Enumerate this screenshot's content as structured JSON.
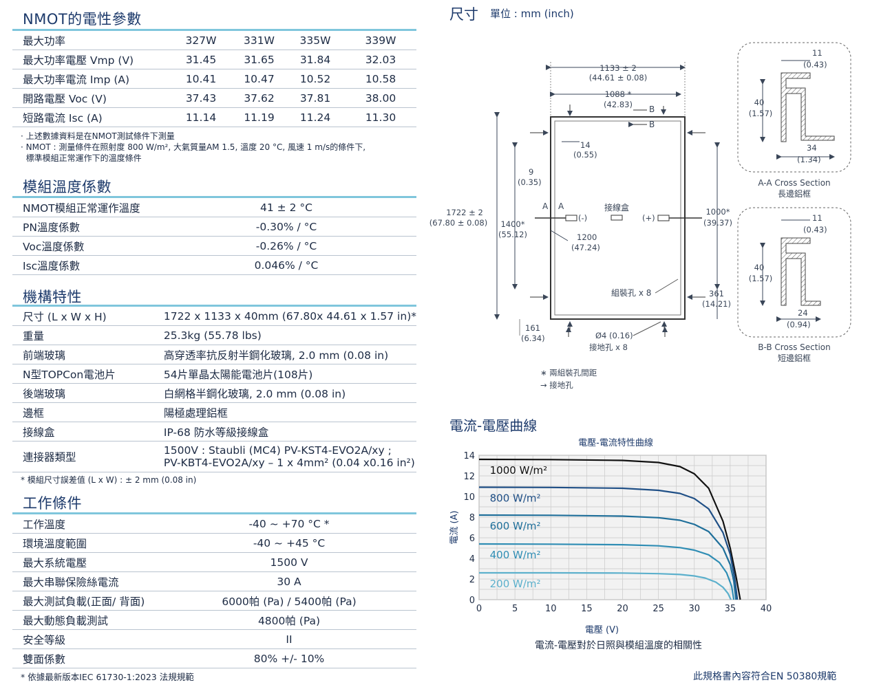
{
  "nmot": {
    "title": "NMOT的電性參數",
    "rows": [
      {
        "label": "最大功率",
        "values": [
          "327W",
          "331W",
          "335W",
          "339W"
        ]
      },
      {
        "label": "最大功率電壓 Vmp (V)",
        "values": [
          "31.45",
          "31.65",
          "31.84",
          "32.03"
        ]
      },
      {
        "label": "最大功率電流 Imp (A)",
        "values": [
          "10.41",
          "10.47",
          "10.52",
          "10.58"
        ]
      },
      {
        "label": "開路電壓 Voc (V)",
        "values": [
          "37.43",
          "37.62",
          "37.81",
          "38.00"
        ]
      },
      {
        "label": "短路電流 Isc (A)",
        "values": [
          "11.14",
          "11.19",
          "11.24",
          "11.30"
        ]
      }
    ],
    "notes": [
      "· 上述數據資料是在NMOT測試條件下測量",
      "· NMOT : 測量條件在照射度 800 W/m², 大氣質量AM 1.5, 溫度 20 °C, 風速 1 m/s的條件下,",
      "  標準模組正常運作下的溫度條件"
    ]
  },
  "temp": {
    "title": "模組溫度係數",
    "rows": [
      {
        "label": "NMOT模組正常運作溫度",
        "value": "41 ± 2 °C"
      },
      {
        "label": "PN溫度係數",
        "value": "-0.30% / °C"
      },
      {
        "label": "Voc溫度係數",
        "value": "-0.26% / °C"
      },
      {
        "label": "Isc溫度係數",
        "value": "0.046% / °C"
      }
    ]
  },
  "mech": {
    "title": "機構特性",
    "rows": [
      {
        "label": "尺寸 (L x W x H)",
        "value": "1722 x 1133 x 40mm (67.80x 44.61 x 1.57 in)*"
      },
      {
        "label": "重量",
        "value": "25.3kg (55.78 lbs)"
      },
      {
        "label": "前端玻璃",
        "value": "高穿透率抗反射半鋼化玻璃, 2.0 mm (0.08 in)"
      },
      {
        "label": "N型TOPCon電池片",
        "value": "54片單晶太陽能電池片(108片)"
      },
      {
        "label": "後端玻璃",
        "value": "白網格半鋼化玻璃, 2.0 mm (0.08 in)"
      },
      {
        "label": "邊框",
        "value": "陽極處理鋁框"
      },
      {
        "label": "接線盒",
        "value": "IP-68 防水等級接線盒"
      }
    ],
    "connector_label": "連接器類型",
    "connector_line1": "1500V : Staubli (MC4) PV-KST4-EVO2A/xy ;",
    "connector_line2": "PV-KBT4-EVO2A/xy – 1 x 4mm² (0.04 x0.16 in²)",
    "note": "* 模組尺寸誤差值 (L x W) : ± 2 mm (0.08 in)"
  },
  "work": {
    "title": "工作條件",
    "rows": [
      {
        "label": "工作溫度",
        "value": "-40 ~ +70 °C *"
      },
      {
        "label": "環境溫度範圍",
        "value": "-40 ~ +45 °C"
      },
      {
        "label": "最大系統電壓",
        "value": "1500 V"
      },
      {
        "label": "最大串聯保險絲電流",
        "value": "30 A"
      },
      {
        "label": "最大測試負載(正面/ 背面)",
        "value": "6000帕 (Pa) / 5400帕 (Pa)"
      },
      {
        "label": "最大動態負載測試",
        "value": "4800帕 (Pa)"
      },
      {
        "label": "安全等級",
        "value": "II"
      },
      {
        "label": "雙面係數",
        "value": "80% +/- 10%"
      }
    ],
    "note": "* 依據最新版本IEC 61730-1:2023 法規規範"
  },
  "dims": {
    "title": "尺寸",
    "unit": "單位 : mm (inch)",
    "width_overall": "1133 ± 2",
    "width_overall_in": "(44.61 ± 0.08)",
    "width_inner": "1088 *",
    "width_inner_in": "(42.83)",
    "height_overall": "1722 ± 2",
    "height_overall_in": "(67.80 ± 0.08)",
    "height_inner": "1400*",
    "height_inner_in": "(55.12)",
    "d14": "14",
    "d14_in": "(0.55)",
    "d9": "9",
    "d9_in": "(0.35)",
    "d1200": "1200",
    "d1200_in": "(47.24)",
    "d1000": "1000*",
    "d1000_in": "(39.37)",
    "d361": "361",
    "d361_in": "(14.21)",
    "d161": "161",
    "d161_in": "(6.34)",
    "hole": "Ø4 (0.16)",
    "ground_holes": "接地孔 x 8",
    "mount_holes": "組裝孔 x 8",
    "jbox": "接線盒",
    "minus": "(-)",
    "plus": "(+)",
    "label_a": "A",
    "label_b": "B",
    "legend_star": "∗  兩組裝孔間距",
    "legend_arrow": "→  接地孔",
    "aa": {
      "d11": "11",
      "d11_in": "(0.43)",
      "d40": "40",
      "d40_in": "(1.57)",
      "d34": "34",
      "d34_in": "(1.34)",
      "title": "A-A Cross Section",
      "subtitle": "長邊鋁框"
    },
    "bb": {
      "d11": "11",
      "d11_in": "(0.43)",
      "d40": "40",
      "d40_in": "(1.57)",
      "d24": "24",
      "d24_in": "(0.94)",
      "title": "B-B Cross Section",
      "subtitle": "短邊鋁框"
    }
  },
  "iv": {
    "section_title": "電流-電壓曲線",
    "caption": "電流-電壓對於日照與模組溫度的相關性"
  },
  "chart_data": {
    "type": "line",
    "title": "電壓-電流特性曲線",
    "xlabel": "電壓 (V)",
    "ylabel": "電流 (A)",
    "xlim": [
      0,
      40
    ],
    "ylim": [
      0,
      14
    ],
    "xticks": [
      "0",
      "5",
      "10",
      "15",
      "20",
      "25",
      "30",
      "35",
      "40"
    ],
    "yticks": [
      "0",
      "2",
      "4",
      "6",
      "8",
      "10",
      "12",
      "14"
    ],
    "grid": true,
    "series": [
      {
        "name": "1000 W/m²",
        "color": "#111111",
        "isc": 13.6,
        "voc": 36.4,
        "x": [
          0,
          10,
          20,
          25,
          28,
          30,
          32,
          34,
          35,
          35.8,
          36.4
        ],
        "y": [
          13.6,
          13.58,
          13.5,
          13.3,
          12.9,
          12.2,
          10.8,
          7.6,
          5.0,
          2.3,
          0
        ]
      },
      {
        "name": "800 W/m²",
        "color": "#1f4f86",
        "x": [
          0,
          10,
          20,
          25,
          28,
          30,
          32,
          34,
          35,
          35.6,
          36.0
        ],
        "y": [
          10.9,
          10.88,
          10.8,
          10.6,
          10.3,
          9.8,
          8.8,
          6.5,
          4.4,
          2.2,
          0
        ]
      },
      {
        "name": "600 W/m²",
        "color": "#1f6f9a",
        "x": [
          0,
          10,
          20,
          25,
          28,
          30,
          32,
          34,
          35,
          35.5,
          35.8
        ],
        "y": [
          8.2,
          8.18,
          8.1,
          7.95,
          7.7,
          7.3,
          6.6,
          5.0,
          3.4,
          1.8,
          0
        ]
      },
      {
        "name": "400 W/m²",
        "color": "#2f8db4",
        "x": [
          0,
          10,
          20,
          25,
          28,
          30,
          32,
          33.5,
          34.5,
          35.2,
          35.5
        ],
        "y": [
          5.4,
          5.38,
          5.33,
          5.22,
          5.05,
          4.8,
          4.35,
          3.6,
          2.6,
          1.3,
          0
        ]
      },
      {
        "name": "200 W/m²",
        "color": "#5cb0cc",
        "x": [
          0,
          10,
          20,
          25,
          28,
          30,
          31.5,
          33,
          34,
          34.7,
          35.1
        ],
        "y": [
          2.6,
          2.6,
          2.58,
          2.52,
          2.44,
          2.3,
          2.1,
          1.7,
          1.2,
          0.6,
          0
        ]
      }
    ]
  },
  "footer": "此規格書內容符合EN 50380規範"
}
